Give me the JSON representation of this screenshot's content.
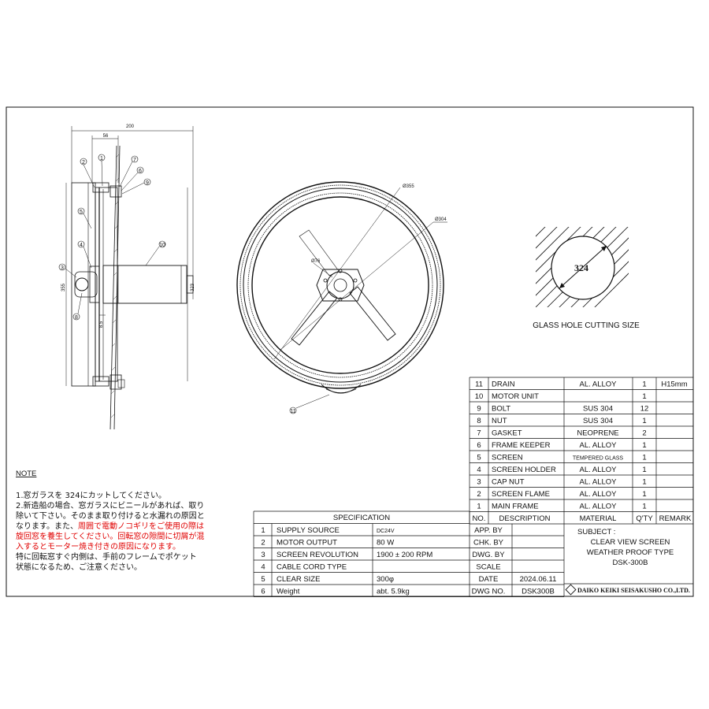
{
  "dimensions": {
    "overall_depth": "200",
    "frame_depth": "56",
    "height_left": "355",
    "height_right": "323",
    "small_gap": "8.5",
    "outer_dia": "Ø355",
    "inner_dia": "Ø304",
    "hub_dia": "Ø76"
  },
  "callouts": [
    "1",
    "2",
    "3",
    "4",
    "5",
    "6",
    "7",
    "8",
    "9",
    "10",
    "11"
  ],
  "glass_hole": {
    "size": "324",
    "caption": "GLASS HOLE CUTTING SIZE"
  },
  "note": {
    "heading": "NOTE",
    "lines": [
      "1.窓ガラスを 324にカットしてください。",
      "2.新造船の場合、窓ガラスにビニールがあれば、取り",
      "除いて下さい。そのまま取り付けると水漏れの原因と",
      "なります。また、"
    ],
    "red_1": "周囲で電動ノコギリをご使用の際は",
    "red_2": "旋回窓を養生してください。回転窓の隙間に切屑が混",
    "red_3": "入するとモーター焼き付きの原因になります。",
    "lines_after": [
      "特に回転窓すぐ内側は、手前のフレームでポケット",
      "状態になるため、ご注意ください。"
    ]
  },
  "parts_header": {
    "no": "NO.",
    "description": "DESCRIPTION",
    "material": "MATERIAL",
    "qty": "Q'TY",
    "remark": "REMARK"
  },
  "parts": [
    {
      "no": "11",
      "description": "DRAIN",
      "material": "AL. ALLOY",
      "qty": "1",
      "remark": "H15mm"
    },
    {
      "no": "10",
      "description": "MOTOR UNIT",
      "material": "",
      "qty": "1",
      "remark": ""
    },
    {
      "no": "9",
      "description": "BOLT",
      "material": "SUS 304",
      "qty": "12",
      "remark": ""
    },
    {
      "no": "8",
      "description": "NUT",
      "material": "SUS 304",
      "qty": "1",
      "remark": ""
    },
    {
      "no": "7",
      "description": "GASKET",
      "material": "NEOPRENE",
      "qty": "2",
      "remark": ""
    },
    {
      "no": "6",
      "description": "FRAME KEEPER",
      "material": "AL. ALLOY",
      "qty": "1",
      "remark": ""
    },
    {
      "no": "5",
      "description": "SCREEN",
      "material": "TEMPERED GLASS",
      "qty": "1",
      "remark": ""
    },
    {
      "no": "4",
      "description": "SCREEN HOLDER",
      "material": "AL. ALLOY",
      "qty": "1",
      "remark": ""
    },
    {
      "no": "3",
      "description": "CAP NUT",
      "material": "AL. ALLOY",
      "qty": "1",
      "remark": ""
    },
    {
      "no": "2",
      "description": "SCREEN FLAME",
      "material": "AL. ALLOY",
      "qty": "1",
      "remark": ""
    },
    {
      "no": "1",
      "description": "MAIN FRAME",
      "material": "AL. ALLOY",
      "qty": "1",
      "remark": ""
    }
  ],
  "spec": {
    "title": "SPECIFICATION",
    "rows": [
      {
        "no": "1",
        "label": "SUPPLY SOURCE",
        "value": "DC24V"
      },
      {
        "no": "2",
        "label": "MOTOR OUTPUT",
        "value": "80 W"
      },
      {
        "no": "3",
        "label": "SCREEN REVOLUTION",
        "value": "1900 ± 200 RPM"
      },
      {
        "no": "4",
        "label": "CABLE CORD TYPE",
        "value": ""
      },
      {
        "no": "5",
        "label": "CLEAR SIZE",
        "value": "300φ"
      },
      {
        "no": "6",
        "label": "Weight",
        "value": "abt. 5.9kg"
      }
    ]
  },
  "approval": {
    "rows": [
      {
        "label": "APP. BY",
        "value": ""
      },
      {
        "label": "CHK. BY",
        "value": ""
      },
      {
        "label": "DWG. BY",
        "value": ""
      },
      {
        "label": "SCALE",
        "value": ""
      },
      {
        "label": "DATE",
        "value": "2024.06.11"
      },
      {
        "label": "DWG NO.",
        "value": "DSK300B"
      }
    ]
  },
  "subject": {
    "label": "SUBJECT :",
    "line1": "CLEAR VIEW SCREEN",
    "line2": "WEATHER PROOF TYPE",
    "line3": "DSK-300B"
  },
  "company": "DAIKO KEIKI SEISAKUSHO CO.,LTD."
}
